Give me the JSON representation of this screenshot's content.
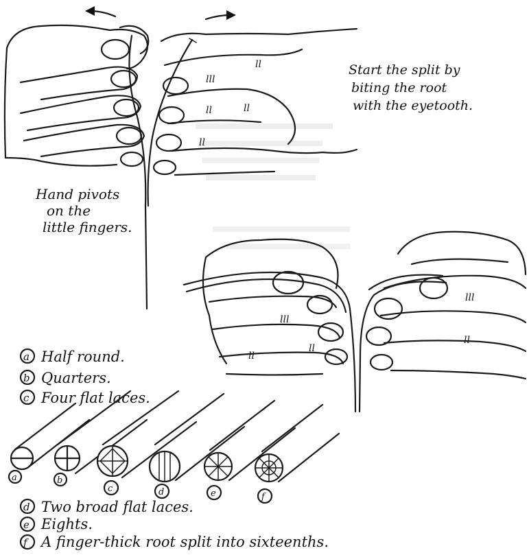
{
  "annotations": {
    "start_split": [
      "Start the split by",
      "biting the root",
      "with the eyetooth."
    ],
    "hand_pivots": [
      "Hand pivots",
      "on the",
      "little fingers."
    ]
  },
  "legend": [
    {
      "letter": "a",
      "text": "Half round."
    },
    {
      "letter": "b",
      "text": "Quarters."
    },
    {
      "letter": "c",
      "text": "Four flat laces."
    },
    {
      "letter": "d",
      "text": "Two broad flat laces."
    },
    {
      "letter": "e",
      "text": "Eights."
    },
    {
      "letter": "f",
      "text": "A finger-thick root split into sixteenths."
    }
  ],
  "root_labels": [
    "a",
    "b",
    "c",
    "d",
    "e",
    "f"
  ],
  "finger_marks": [
    "lll",
    "ll",
    "ll",
    "ll",
    "ll",
    "lll",
    "ll",
    "ll",
    "lll",
    "ll"
  ]
}
